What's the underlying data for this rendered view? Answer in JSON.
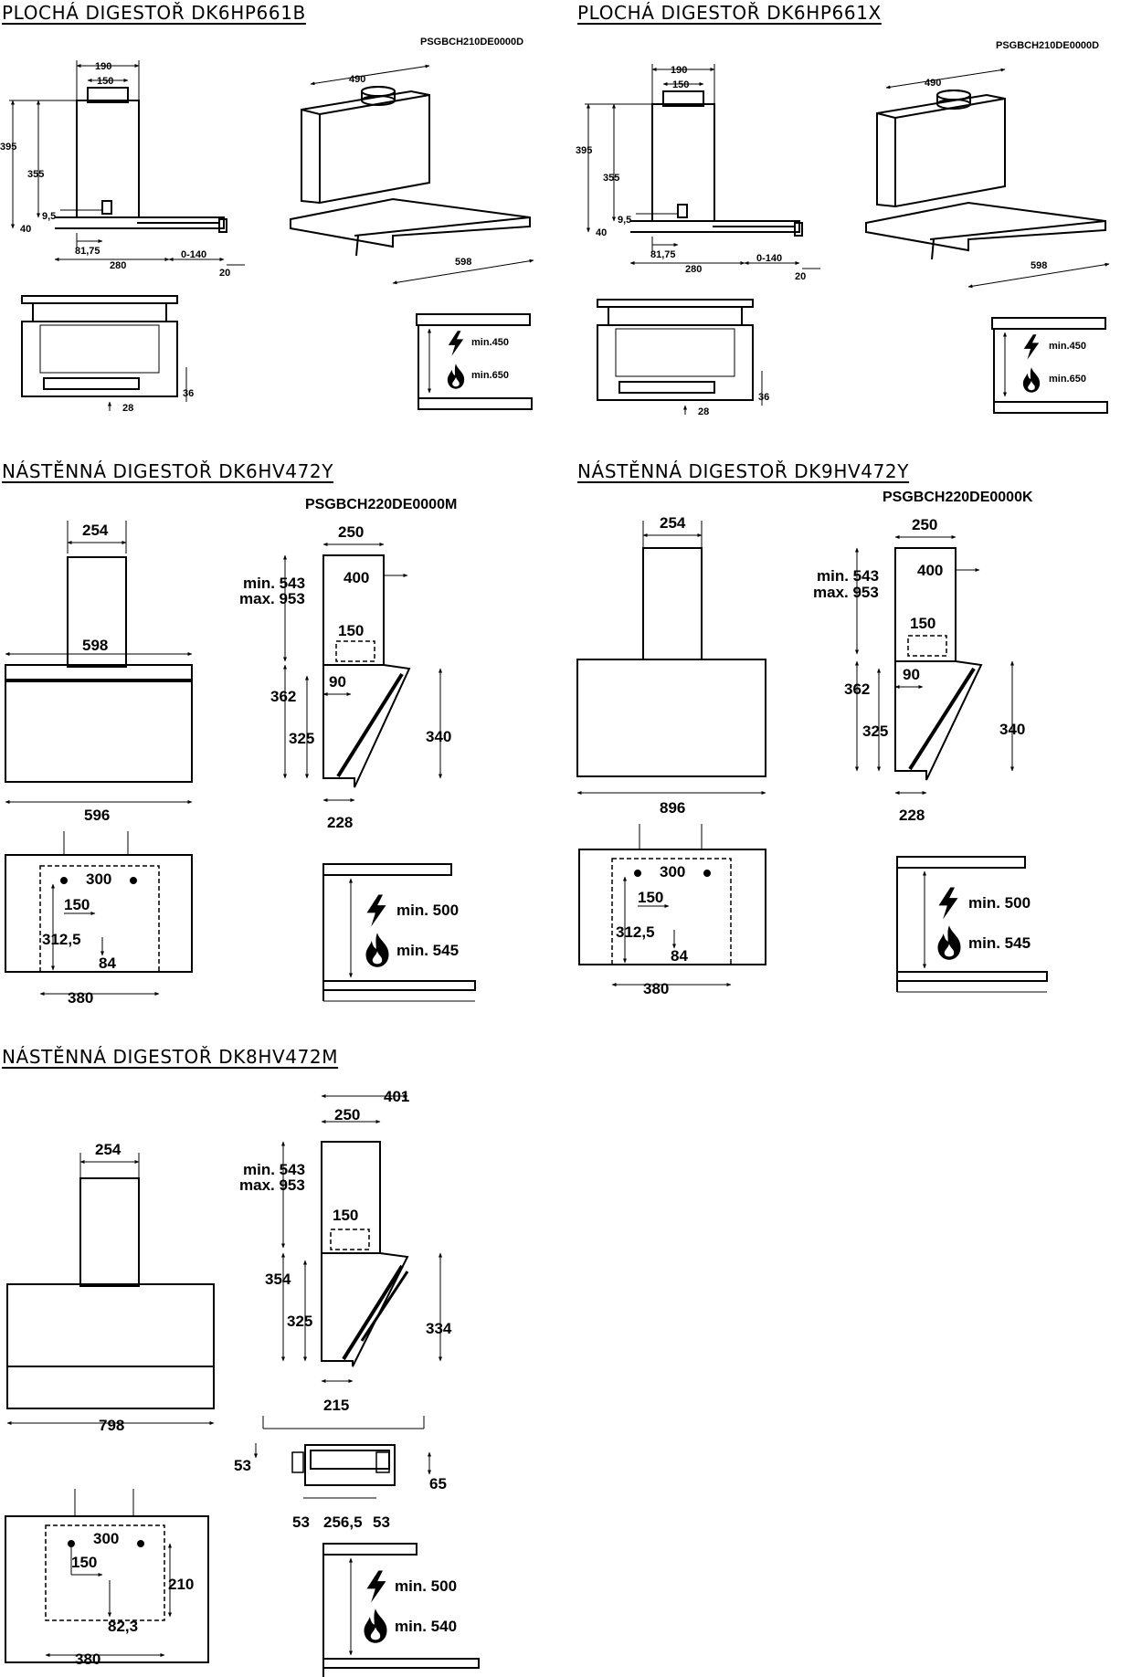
{
  "sections": [
    {
      "title": "PLOCHÁ DIGESTOŘ DK6HP661B",
      "code": "PSGBCH210DE0000D"
    },
    {
      "title": "PLOCHÁ DIGESTOŘ DK6HP661X",
      "code": "PSGBCH210DE0000D"
    },
    {
      "title": "NÁSTĚNNÁ DIGESTOŘ DK6HV472Y",
      "code": "PSGBCH220DE0000M"
    },
    {
      "title": "NÁSTĚNNÁ DIGESTOŘ DK9HV472Y",
      "code": "PSGBCH220DE0000K"
    },
    {
      "title": "NÁSTĚNNÁ DIGESTOŘ DK8HV472M"
    }
  ],
  "flat": {
    "side": {
      "w_outer": "190",
      "w_inner": "150",
      "h_total": "395",
      "h_body": "355",
      "h_vent": "9,5",
      "h_base": "40",
      "off": "81,75",
      "depth": "280",
      "ext": "0-140",
      "lip": "20"
    },
    "iso": {
      "w_top": "490",
      "w_front": "598"
    },
    "front": {
      "h36": "36",
      "h28": "28"
    },
    "clear": {
      "electric": "min.450",
      "gas": "min.650"
    }
  },
  "wall6": {
    "front": {
      "chimney": "254",
      "width_top": "598",
      "width_bottom": "596"
    },
    "side": {
      "chimney": "250",
      "min": "min. 543",
      "max": "max. 953",
      "top400": "400",
      "h150": "150",
      "h90": "90",
      "h362": "362",
      "h325": "325",
      "h340": "340",
      "d228": "228"
    },
    "mount": {
      "w300": "300",
      "w150": "150",
      "h312": "312,5",
      "h84": "84",
      "w380": "380"
    },
    "clear": {
      "electric": "min. 500",
      "gas": "min. 545"
    }
  },
  "wall9": {
    "front": {
      "chimney": "254",
      "width": "896"
    },
    "side": {
      "chimney": "250",
      "min": "min. 543",
      "max": "max. 953",
      "top400": "400",
      "h150": "150",
      "h90": "90",
      "h362": "362",
      "h325": "325",
      "h340": "340",
      "d228": "228"
    },
    "mount": {
      "w300": "300",
      "w150": "150",
      "h312": "312,5",
      "h84": "84",
      "w380": "380"
    },
    "clear": {
      "electric": "min. 500",
      "gas": "min. 545"
    }
  },
  "wall8": {
    "front": {
      "chimney": "254",
      "width": "798"
    },
    "side": {
      "top401": "401",
      "chimney": "250",
      "min": "min. 543",
      "max": "max. 953",
      "h150": "150",
      "h354": "354",
      "h325": "325",
      "h334": "334",
      "d215": "215"
    },
    "top": {
      "a53": "53",
      "b65": "65",
      "c53": "53",
      "w256": "256,5",
      "d53": "53"
    },
    "mount": {
      "w300": "300",
      "w150": "150",
      "h210": "210",
      "h82": "82,3",
      "w380": "380"
    },
    "clear": {
      "electric": "min. 500",
      "gas": "min. 540"
    }
  }
}
